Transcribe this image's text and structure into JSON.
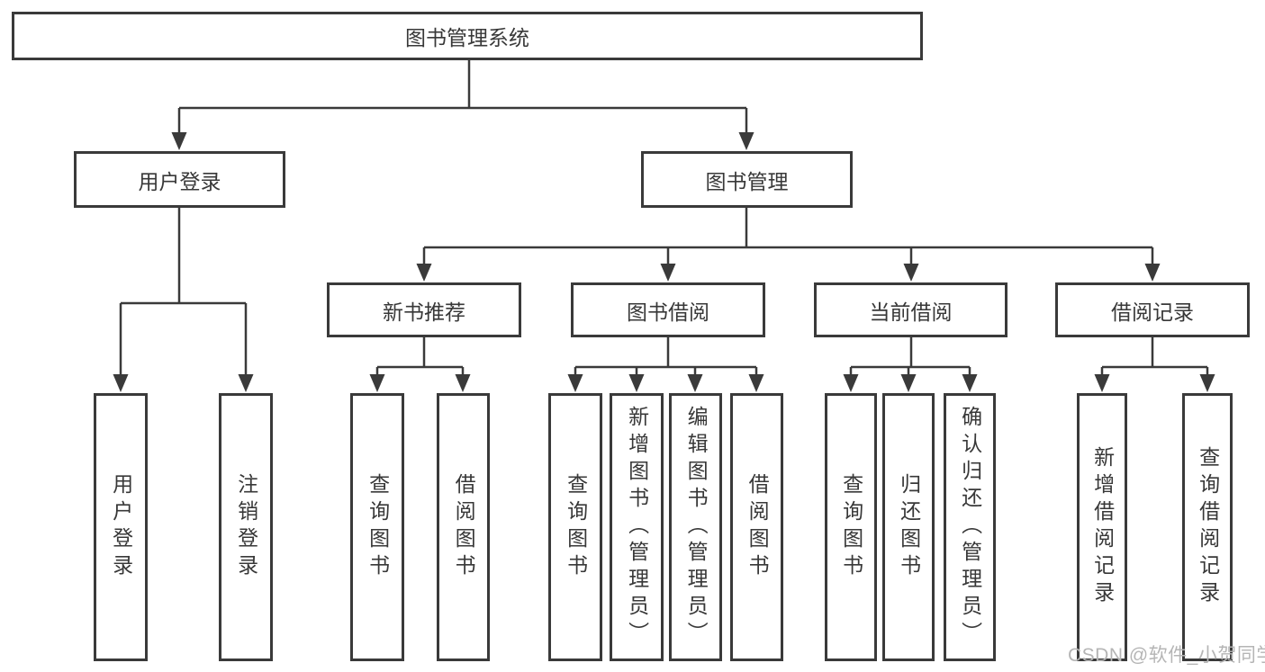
{
  "colors": {
    "line": "#3a3a3a",
    "box_border": "#3a3a3a",
    "text": "#383838",
    "watermark": "#b5b5b5",
    "background": "#ffffff"
  },
  "watermark": {
    "text": "CSDN @软件_小贺同学"
  },
  "tree": {
    "label": "图书管理系统",
    "children": [
      {
        "label": "用户登录",
        "children": [
          {
            "label": "用户登录"
          },
          {
            "label": "注销登录"
          }
        ]
      },
      {
        "label": "图书管理",
        "children": [
          {
            "label": "新书推荐",
            "children": [
              {
                "label": "查询图书"
              },
              {
                "label": "借阅图书"
              }
            ]
          },
          {
            "label": "图书借阅",
            "children": [
              {
                "label": "查询图书"
              },
              {
                "label": "新增图书（管理员）"
              },
              {
                "label": "编辑图书（管理员）"
              },
              {
                "label": "借阅图书"
              }
            ]
          },
          {
            "label": "当前借阅",
            "children": [
              {
                "label": "查询图书"
              },
              {
                "label": "归还图书"
              },
              {
                "label": "确认归还（管理员）"
              }
            ]
          },
          {
            "label": "借阅记录",
            "children": [
              {
                "label": "新增借阅记录"
              },
              {
                "label": "查询借阅记录"
              }
            ]
          }
        ]
      }
    ]
  }
}
